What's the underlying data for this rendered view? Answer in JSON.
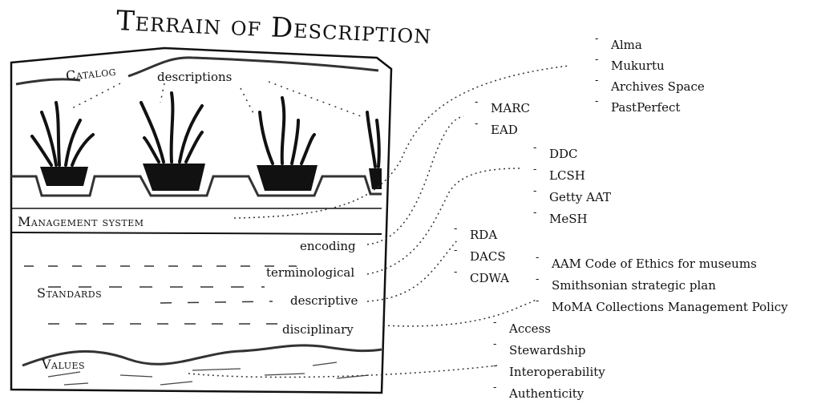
{
  "title": "Terrain of Description",
  "catalog": {
    "label": "Catalog",
    "descriptions_label": "descriptions"
  },
  "management": {
    "label": "Management system"
  },
  "standards": {
    "label": "Standards",
    "encoding": "encoding",
    "terminological": "terminological",
    "descriptive": "descriptive",
    "disciplinary": "disciplinary"
  },
  "values": {
    "label": "Values"
  },
  "lists": {
    "management_systems": [
      "Alma",
      "Mukurtu",
      "Archives Space",
      "PastPerfect"
    ],
    "encoding_standards": [
      "MARC",
      "EAD"
    ],
    "terminological_standards": [
      "DDC",
      "LCSH",
      "Getty AAT",
      "MeSH"
    ],
    "descriptive_standards": [
      "RDA",
      "DACS",
      "CDWA"
    ],
    "disciplinary_standards": [
      "AAM Code of Ethics for museums",
      "Smithsonian strategic plan",
      "MoMA Collections Management Policy"
    ],
    "values": [
      "Access",
      "Stewardship",
      "Interoperability",
      "Authenticity"
    ]
  }
}
